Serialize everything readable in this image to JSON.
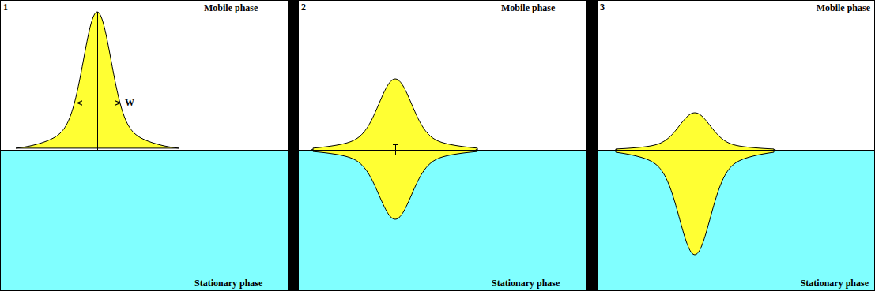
{
  "diagram": {
    "labels": [
      "1",
      "Mobile phase",
      "W",
      "Stationary phase",
      "2",
      "Mobile phase",
      "Stationary phase",
      "3",
      "Mobile phase",
      "Stationary phase"
    ]
  }
}
